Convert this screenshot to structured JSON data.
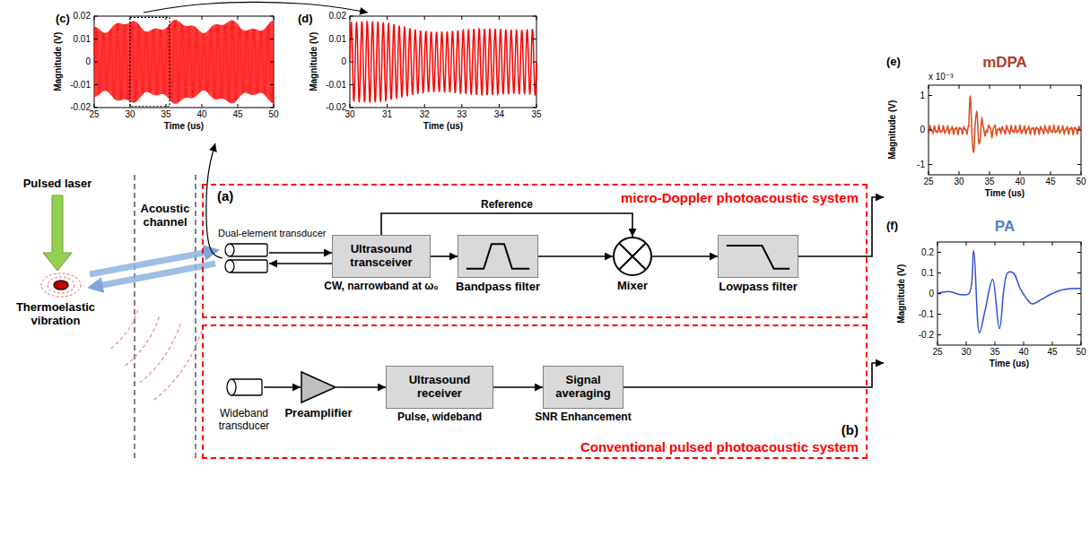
{
  "diagram": {
    "nodes": [
      {
        "text": [
          "(c)"
        ]
      },
      {
        "text": [
          "(d)"
        ]
      },
      {
        "text": [
          "(a)",
          "micro-Doppler photoacoustic system"
        ]
      },
      {
        "text": [
          "Dual-element transducer"
        ],
        "in": 2
      },
      {
        "text": [
          "Ultrasound transceiver",
          "CW, narrowband at ω₀"
        ],
        "in": 2
      },
      {
        "text": [
          "Bandpass filter"
        ],
        "in": 2
      },
      {
        "text": [
          "Mixer"
        ],
        "in": 2
      },
      {
        "text": [
          "Lowpass filter"
        ],
        "in": 2
      },
      {
        "text": [
          "(e)",
          "mDPA"
        ]
      },
      {
        "text": [
          "(b)",
          "Conventional pulsed photoacoustic system"
        ]
      },
      {
        "text": [
          "Wideband transducer"
        ],
        "in": 9
      },
      {
        "text": [
          "Preamplifier"
        ],
        "in": 9
      },
      {
        "text": [
          "Ultrasound receiver",
          "Pulse, wideband"
        ],
        "in": 9
      },
      {
        "text": [
          "Signal averaging",
          "SNR Enhancement"
        ],
        "in": 9
      },
      {
        "text": [
          "(f)",
          "PA"
        ]
      }
    ],
    "edges": [
      {
        "from": 3,
        "to": 4,
        "arrow": "to"
      },
      {
        "from": 4,
        "to": 3,
        "arrow": "to"
      },
      {
        "from": 4,
        "to": 5,
        "arrow": "to"
      },
      {
        "from": 5,
        "to": 6,
        "arrow": "to"
      },
      {
        "from": 6,
        "to": 7,
        "arrow": "to"
      },
      {
        "from": 4,
        "to": 6,
        "label": "Reference",
        "arrow": "to"
      },
      {
        "from": 7,
        "to": 8,
        "arrow": "to"
      },
      {
        "from": 10,
        "to": 11,
        "arrow": "to"
      },
      {
        "from": 11,
        "to": 12,
        "arrow": "to"
      },
      {
        "from": 12,
        "to": 13,
        "arrow": "to"
      },
      {
        "from": 13,
        "to": 14,
        "arrow": "to"
      },
      {
        "from": 3,
        "to": 0,
        "arrow": "to"
      },
      {
        "from": 0,
        "to": 1,
        "arrow": "to"
      }
    ],
    "labels": [
      "Pulsed laser",
      "Thermoelastic vibration",
      "Acoustic channel",
      "0.02",
      "0.01",
      "0",
      "-0.01",
      "-0.02",
      "25",
      "30",
      "35",
      "40",
      "45",
      "50",
      "Magnitude (V)",
      "Time (us)",
      "0.02",
      "0.01",
      "0",
      "-0.01",
      "-0.02",
      "30",
      "31",
      "32",
      "33",
      "34",
      "35",
      "Magnitude (V)",
      "Time (us)",
      "x 10⁻³",
      "1",
      "0",
      "-1",
      "25",
      "30",
      "35",
      "40",
      "45",
      "50",
      "Magnitude (V)",
      "Time (us)",
      "0.2",
      "0.1",
      "0",
      "-0.1",
      "-0.2",
      "25",
      "30",
      "35",
      "40",
      "45",
      "50",
      "Magnitude (V)",
      "Time (us)"
    ]
  }
}
